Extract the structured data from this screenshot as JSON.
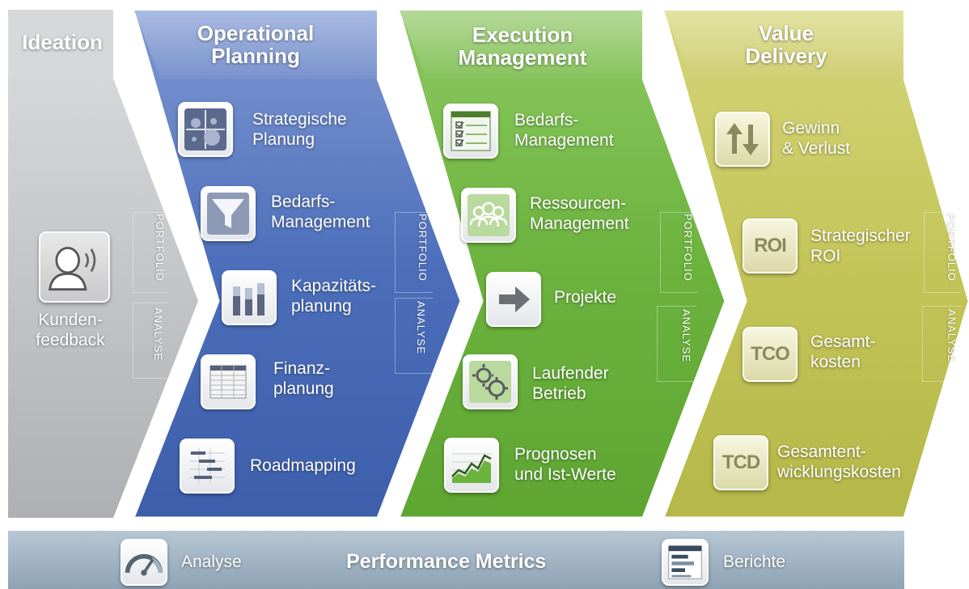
{
  "stages": [
    {
      "key": "ideation",
      "title": "Ideation",
      "color": "#c7c8ca",
      "items": [
        {
          "label": "Kunden-\nfeedback",
          "icon": "person-speaking-icon"
        }
      ]
    },
    {
      "key": "operational",
      "title": "Operational\nPlanning",
      "color": "#4d6fbb",
      "items": [
        {
          "label": "Strategische\nPlanung",
          "icon": "bubble-matrix-icon"
        },
        {
          "label": "Bedarfs-\nManagement",
          "icon": "funnel-icon"
        },
        {
          "label": "Kapazitäts-\nplanung",
          "icon": "bar-chart-icon"
        },
        {
          "label": "Finanz-\nplanung",
          "icon": "spreadsheet-icon"
        },
        {
          "label": "Roadmapping",
          "icon": "gantt-icon"
        }
      ]
    },
    {
      "key": "execution",
      "title": "Execution\nManagement",
      "color": "#6cb33e",
      "items": [
        {
          "label": "Bedarfs-\nManagement",
          "icon": "checklist-icon"
        },
        {
          "label": "Ressourcen-\nManagement",
          "icon": "people-icon"
        },
        {
          "label": "Projekte",
          "icon": "arrow-right-icon"
        },
        {
          "label": "Laufender\nBetrieb",
          "icon": "gears-icon"
        },
        {
          "label": "Prognosen\nund Ist-Werte",
          "icon": "area-chart-icon"
        }
      ]
    },
    {
      "key": "value",
      "title": "Value\nDelivery",
      "color": "#c4c559",
      "items": [
        {
          "label": "Gewinn\n& Verlust",
          "icon": "up-down-arrows-icon"
        },
        {
          "label": "Strategischer\nROI",
          "badge": "ROI",
          "icon": "roi-badge-icon"
        },
        {
          "label": "Gesamt-\nkosten",
          "badge": "TCO",
          "icon": "tco-badge-icon"
        },
        {
          "label": "Gesamtent-\nwicklungskosten",
          "badge": "TCD",
          "icon": "tcd-badge-icon"
        }
      ]
    }
  ],
  "side_tags": {
    "portfolio": "PORTFOLIO",
    "analyse": "ANALYSE"
  },
  "performance_bar": {
    "title": "Performance Metrics",
    "left_label": "Analyse",
    "left_icon": "gauge-icon",
    "right_label": "Berichte",
    "right_icon": "report-icon",
    "color": "#9fb3c4"
  }
}
